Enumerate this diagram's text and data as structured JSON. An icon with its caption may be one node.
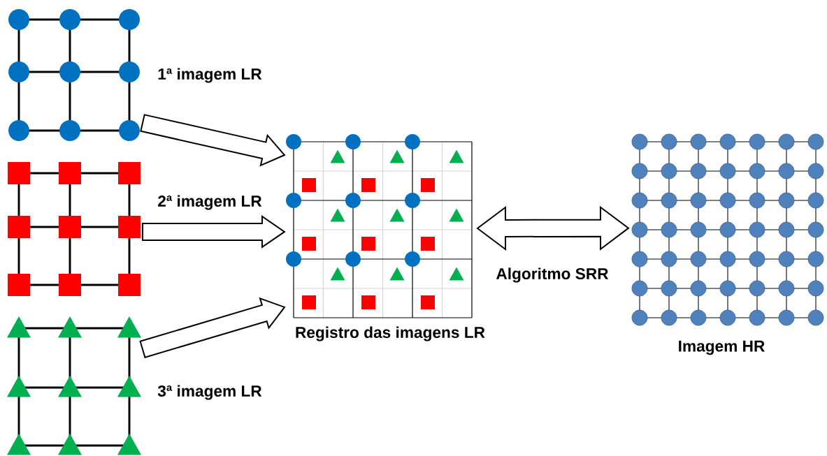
{
  "diagram": {
    "nodes": [
      {
        "text": [
          "1ª imagem LR"
        ]
      },
      {
        "text": [
          "2ª imagem LR"
        ]
      },
      {
        "text": [
          "3ª imagem LR"
        ]
      },
      {
        "text": [
          "Registro das imagens LR"
        ]
      },
      {
        "text": [
          "Imagem HR"
        ]
      }
    ],
    "edges": [
      {
        "from": 0,
        "to": 3,
        "arrow": "to"
      },
      {
        "from": 1,
        "to": 3,
        "arrow": "to"
      },
      {
        "from": 2,
        "to": 3,
        "arrow": "to"
      },
      {
        "from": 3,
        "to": 4,
        "arrow": "both",
        "label": "Algoritmo SRR"
      }
    ]
  }
}
